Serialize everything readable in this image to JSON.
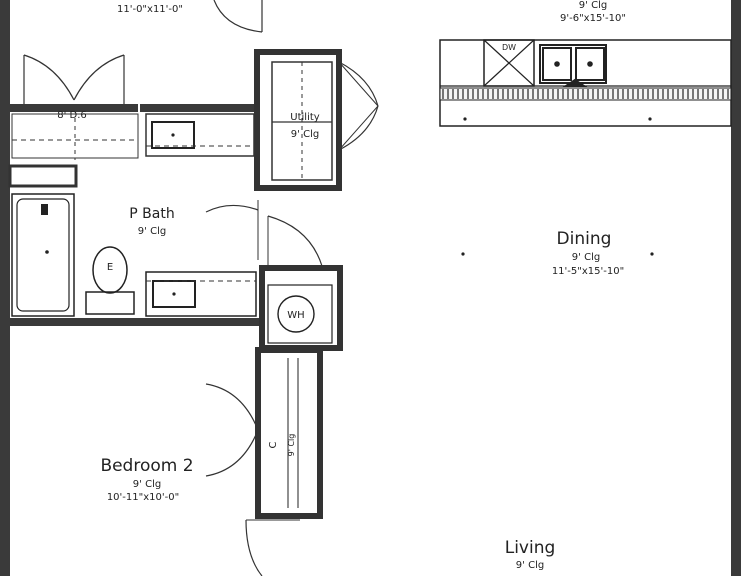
{
  "rooms": {
    "top_left_dims": "11'-0\"x11'-0\"",
    "kitchen_clg": "9' Clg",
    "kitchen_dims": "9'-6\"x15'-10\"",
    "dining_name": "Dining",
    "dining_clg": "9' Clg",
    "dining_dims": "11'-5\"x15'-10\"",
    "pbath_name": "P Bath",
    "pbath_clg": "9' Clg",
    "bedroom2_name": "Bedroom 2",
    "bedroom2_clg": "9' Clg",
    "bedroom2_dims": "10'-11\"x10'-0\"",
    "living_name": "Living",
    "living_clg": "9' Clg",
    "utility_name": "Utility",
    "utility_clg": "9' Clg",
    "closet_name": "C",
    "closet_clg": "9' Clg"
  },
  "fixtures": {
    "dw": "DW",
    "tub_label": "E",
    "wh": "WH",
    "linen_shelf": "8' D.6"
  }
}
